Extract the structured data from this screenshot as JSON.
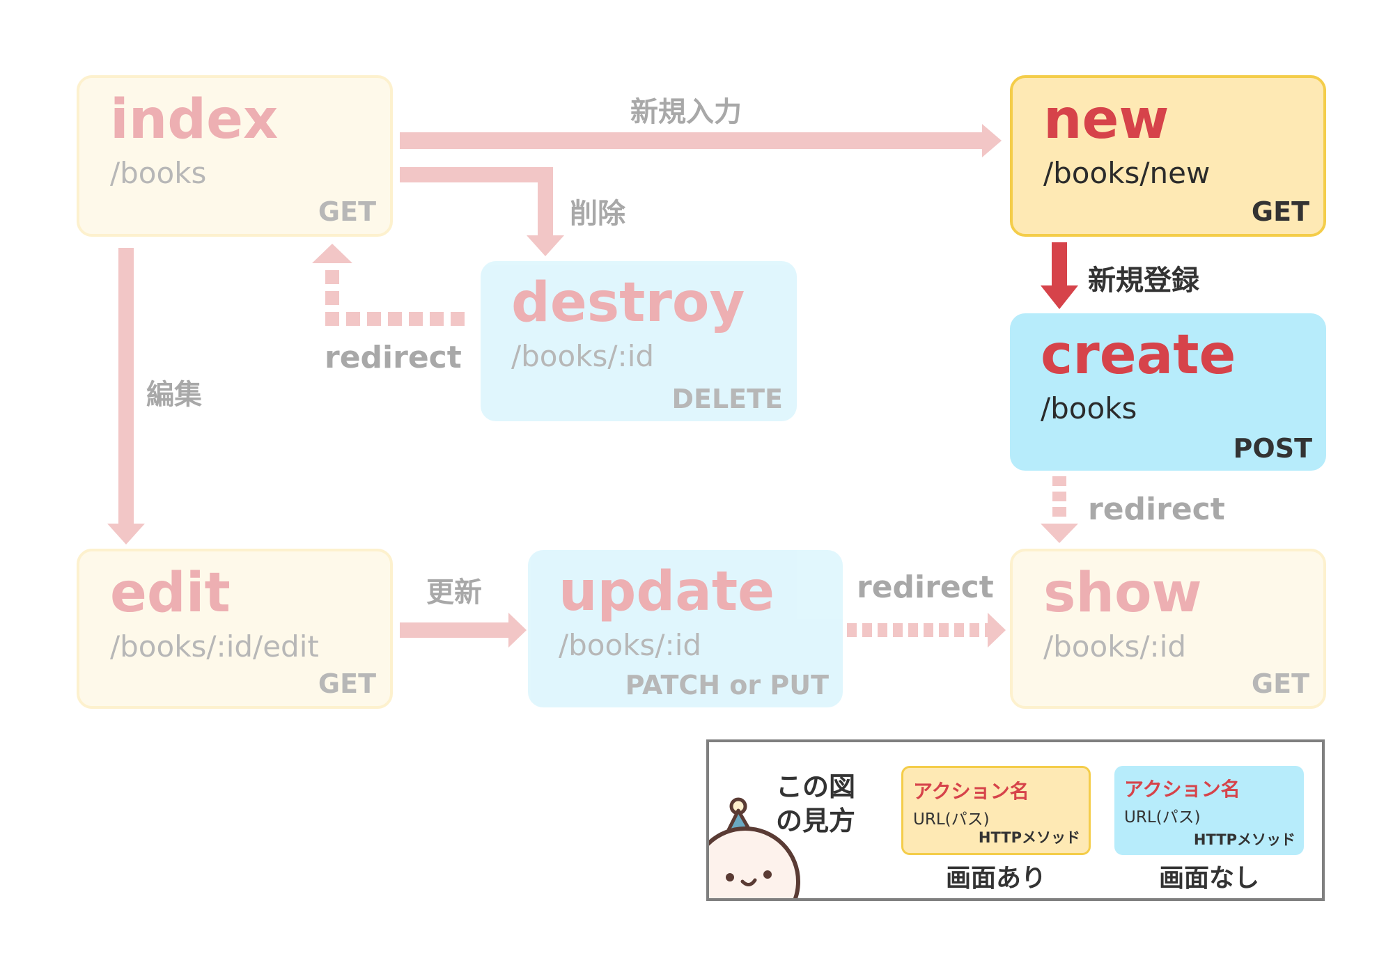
{
  "actions": {
    "index": {
      "name": "index",
      "url": "/books",
      "method": "GET"
    },
    "new": {
      "name": "new",
      "url": "/books/new",
      "method": "GET"
    },
    "destroy": {
      "name": "destroy",
      "url": "/books/:id",
      "method": "DELETE"
    },
    "create": {
      "name": "create",
      "url": "/books",
      "method": "POST"
    },
    "edit": {
      "name": "edit",
      "url": "/books/:id/edit",
      "method": "GET"
    },
    "update": {
      "name": "update",
      "url": "/books/:id",
      "method": "PATCH or PUT"
    },
    "show": {
      "name": "show",
      "url": "/books/:id",
      "method": "GET"
    }
  },
  "transitions": {
    "new_input": "新規入力",
    "delete": "削除",
    "redirect_destroy": "redirect",
    "edit": "編集",
    "register": "新規登録",
    "redirect_create": "redirect",
    "update": "更新",
    "redirect_update": "redirect"
  },
  "legend": {
    "title": "この図の見方",
    "sample_name": "アクション名",
    "sample_url": "URL(パス)",
    "sample_method": "HTTPメソッド",
    "with_page": "画面あり",
    "without_page": "画面なし"
  },
  "colors": {
    "page_fill": "#fef1cf",
    "page_border": "#fbde8c",
    "no_page_fill": "#b7ecfb",
    "action_name": "#d6434a",
    "arrow_active": "#d6434a",
    "arrow_faded": "#f2c6c6"
  }
}
